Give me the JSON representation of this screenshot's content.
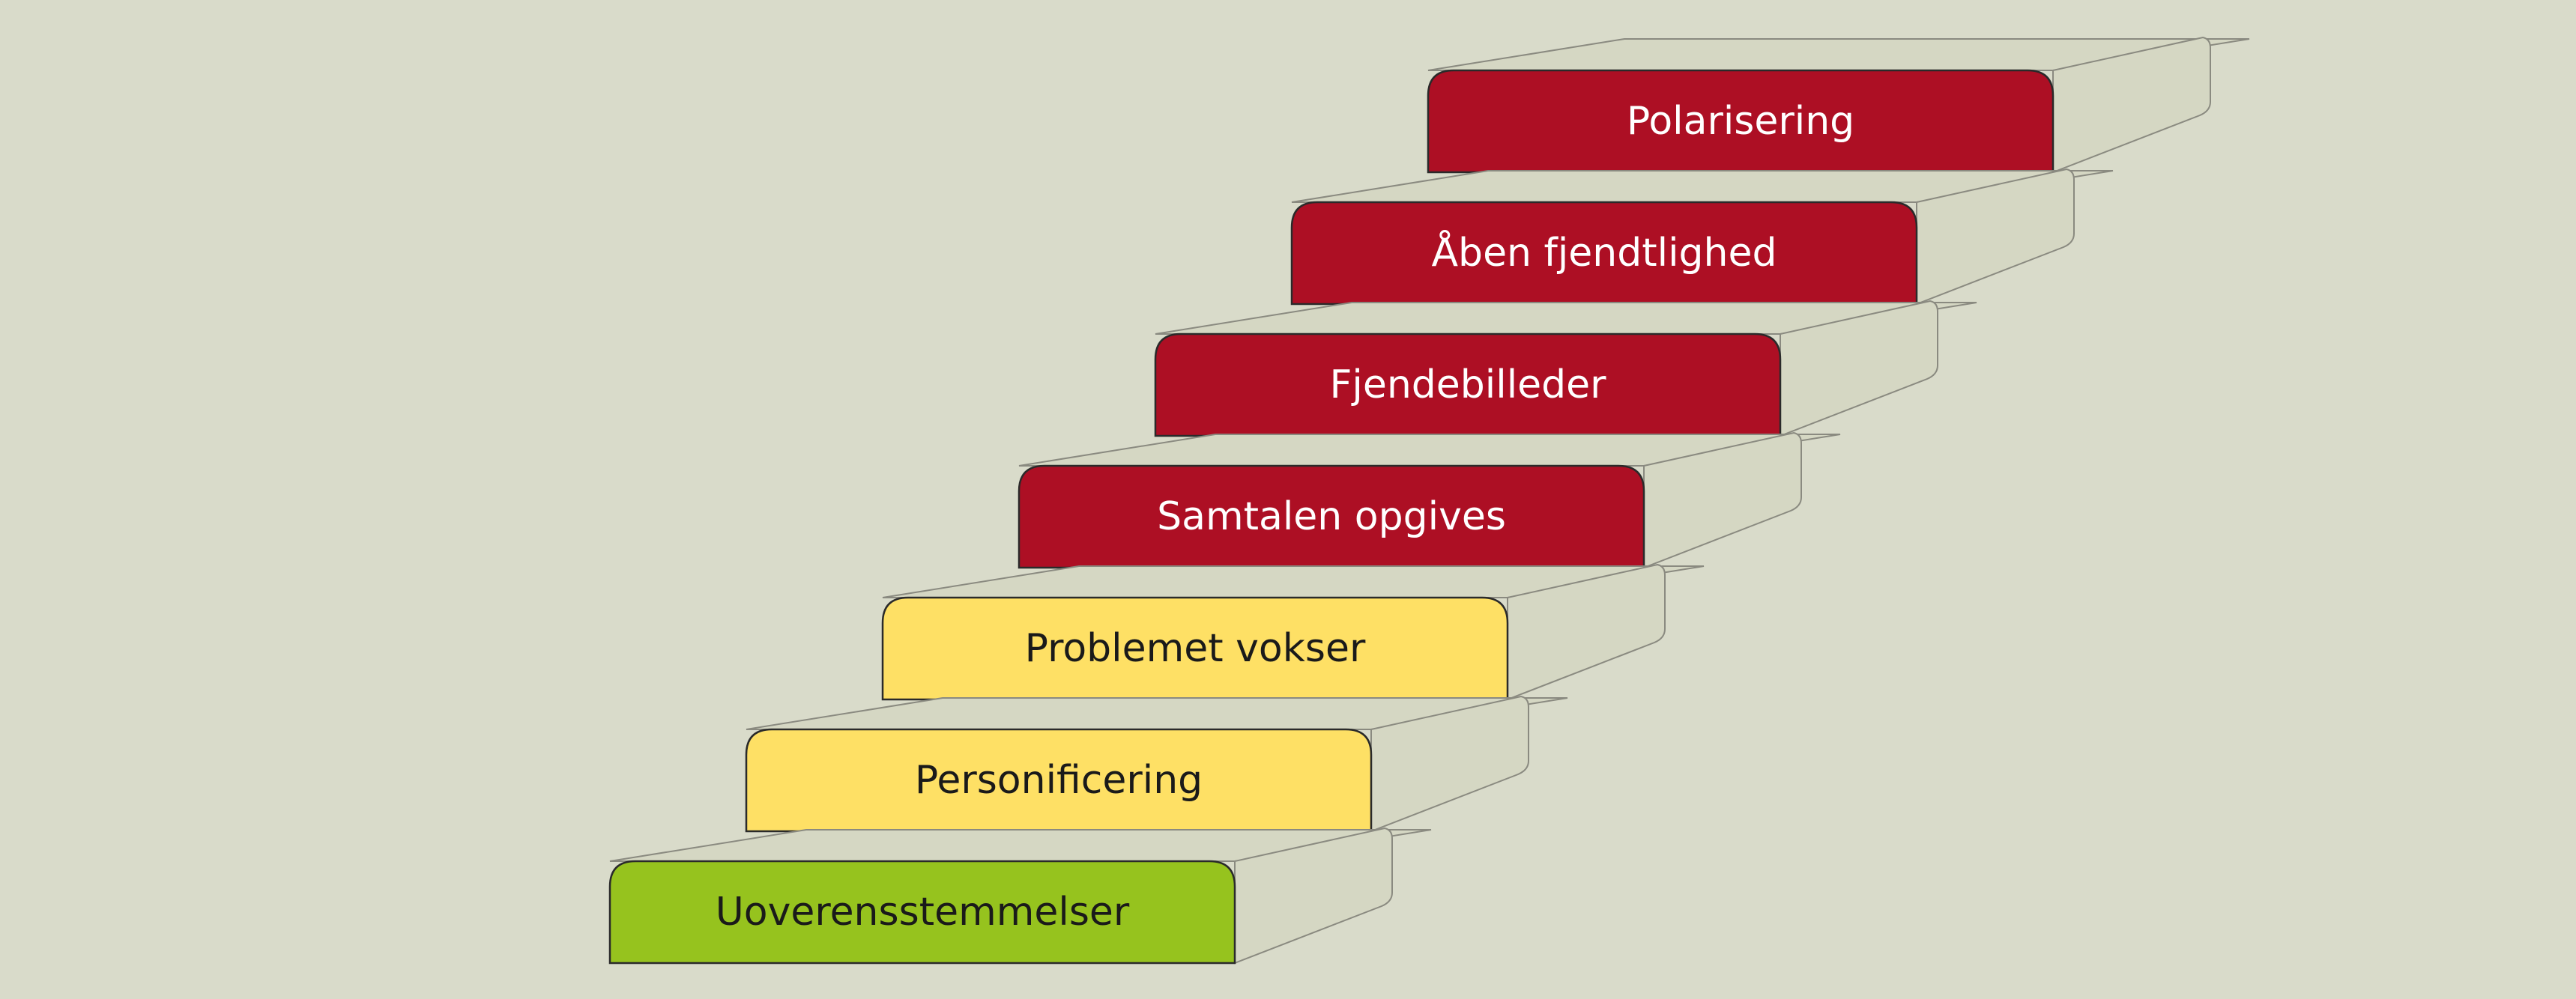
{
  "colors": {
    "background": "#d9dbca",
    "stair_side": "#d5d7c3",
    "outline": "#2a2a2a",
    "outline_faint": "#8a8a80",
    "level_red": "#ad0f24",
    "level_yellow": "#fee065",
    "level_green": "#96c31e",
    "text_light": "#ffffff",
    "text_dark": "#1a1a1a"
  },
  "steps": [
    {
      "label": "Uoverensstemmelser",
      "color": "#96c31e",
      "text_color": "#1a1a1a"
    },
    {
      "label": "Personificering",
      "color": "#fee065",
      "text_color": "#1a1a1a"
    },
    {
      "label": "Problemet vokser",
      "color": "#fee065",
      "text_color": "#1a1a1a"
    },
    {
      "label": "Samtalen opgives",
      "color": "#ad0f24",
      "text_color": "#ffffff"
    },
    {
      "label": "Fjendebilleder",
      "color": "#ad0f24",
      "text_color": "#ffffff"
    },
    {
      "label": "Åben fjendtlighed",
      "color": "#ad0f24",
      "text_color": "#ffffff"
    },
    {
      "label": "Polarisering",
      "color": "#ad0f24",
      "text_color": "#ffffff"
    }
  ]
}
